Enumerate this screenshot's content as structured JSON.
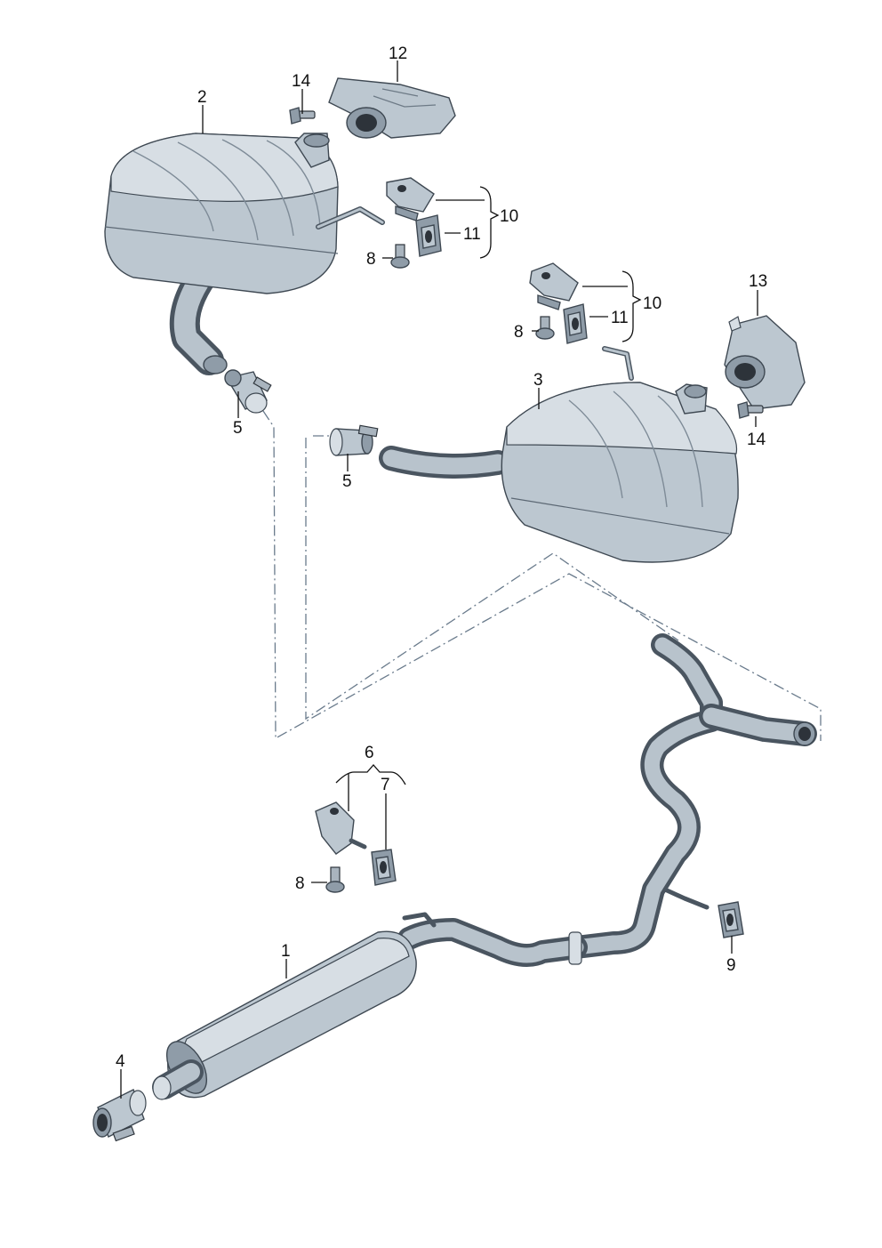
{
  "callouts": {
    "c1": "1",
    "c2": "2",
    "c3": "3",
    "c4": "4",
    "c5a": "5",
    "c5b": "5",
    "c6": "6",
    "c7": "7",
    "c8a": "8",
    "c8b": "8",
    "c8c": "8",
    "c9": "9",
    "c10a": "10",
    "c10b": "10",
    "c11a": "11",
    "c11b": "11",
    "c12": "12",
    "c13": "13",
    "c14a": "14",
    "c14b": "14"
  }
}
